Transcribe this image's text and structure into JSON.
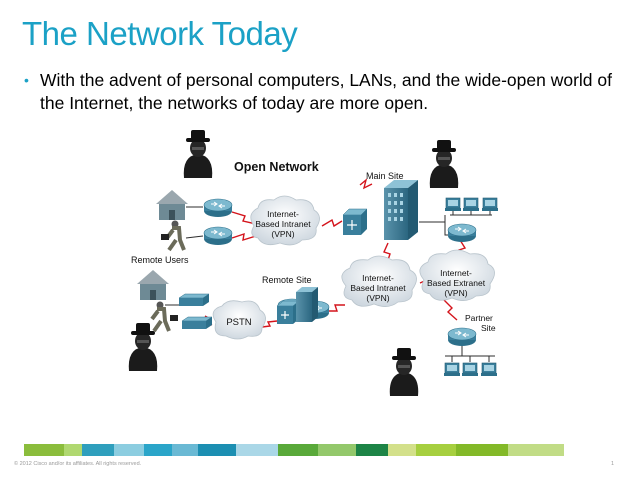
{
  "slide": {
    "title": "The Network Today",
    "bullet": "With the advent of personal computers, LANs, and the wide-open world of the Internet, the networks of today are more open.",
    "bullet_symbol": "•"
  },
  "diagram": {
    "heading": "Open Network",
    "main_site": "Main Site",
    "remote_users": "Remote Users",
    "remote_site": "Remote Site",
    "pstn": "PSTN",
    "partner_site_line1": "Partner",
    "partner_site_line2": "Site",
    "cloud_top": [
      "Internet-",
      "Based Intranet",
      "(VPN)"
    ],
    "cloud_mid": [
      "Internet-",
      "Based Intranet",
      "(VPN)"
    ],
    "cloud_right": [
      "Internet-",
      "Based Extranet",
      "(VPN)"
    ]
  },
  "footer": {
    "copyright": "© 2012 Cisco and/or its affiliates. All rights reserved.",
    "page_number": "1"
  },
  "colors": {
    "title": "#1ba1c6",
    "cloud_fill": "#dfe6ec",
    "router": "#3e8aa6",
    "link_red": "#d4141c",
    "strip": [
      "#8bbd3c",
      "#b0d870",
      "#2f9fbd",
      "#8ccde0",
      "#2aa5c9",
      "#6ab9d4",
      "#1c8fb2",
      "#aad7e7",
      "#59a93a",
      "#93c86b",
      "#1d8446",
      "#d3e08a",
      "#a6cf3f",
      "#83b928",
      "#c1dc86"
    ]
  }
}
